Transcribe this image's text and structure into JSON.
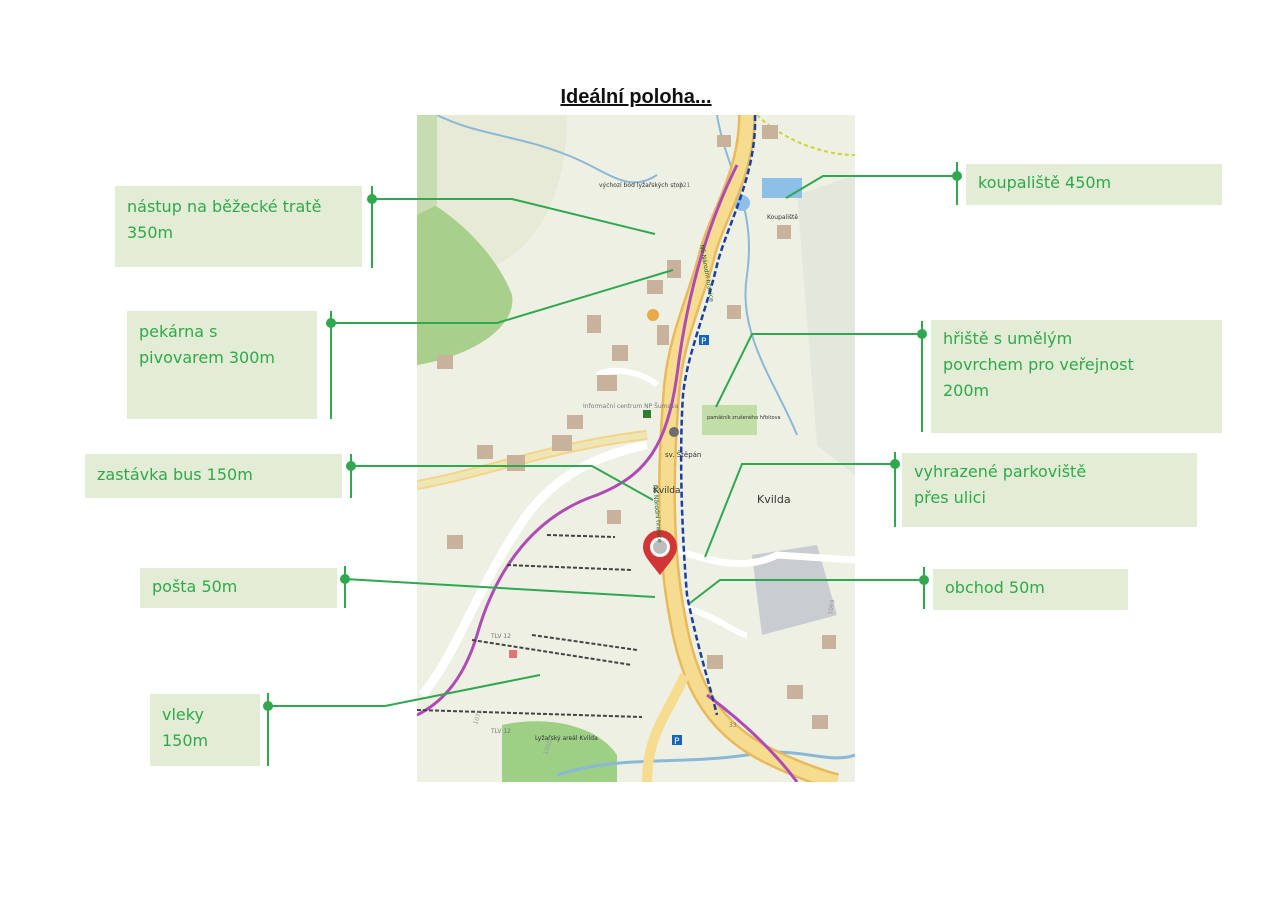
{
  "title": "Ideální poloha...",
  "accent_color": "#2faa4a",
  "callouts": [
    {
      "id": "nastup",
      "lines": [
        "nástup na běžecké tratě",
        "350m"
      ]
    },
    {
      "id": "pekarna",
      "lines": [
        "pekárna s",
        "pivovarem 300m"
      ]
    },
    {
      "id": "zastavka",
      "lines": [
        "zastávka bus  150m"
      ]
    },
    {
      "id": "posta",
      "lines": [
        "pošta 50m"
      ]
    },
    {
      "id": "vleky",
      "lines": [
        "vleky",
        "150m"
      ]
    },
    {
      "id": "koupaliste",
      "lines": [
        "koupaliště  450m"
      ]
    },
    {
      "id": "hriste",
      "lines": [
        "hřiště s umělým",
        "povrchem pro veřejnost",
        "200m"
      ]
    },
    {
      "id": "parkoviste",
      "lines": [
        "vyhrazené parkoviště",
        "přes ulici"
      ]
    },
    {
      "id": "obchod",
      "lines": [
        "obchod 50m"
      ]
    }
  ],
  "map": {
    "town_label": "Kvilda",
    "village_label": "Kvilda",
    "road_label_upper": "NS Národní hranice",
    "road_label_lower": "NS Národní hranice",
    "road_number": "33",
    "route_number": "221",
    "church_label": "sv. Štěpán",
    "ski_start_label": "výchozí bod lyžařských stop",
    "pool_label": "Koupaliště",
    "info_center_label": "Informační centrum NP Šumava",
    "monument_label": "památník zrušeného hřbitova",
    "ski_area_label": "Lyžařský areál Kvilda",
    "lift_label_1": "TLV 12",
    "lift_label_2": "TLV 12",
    "elevation_1": "1050",
    "elevation_2": "1075",
    "elevation_3": "1069"
  }
}
